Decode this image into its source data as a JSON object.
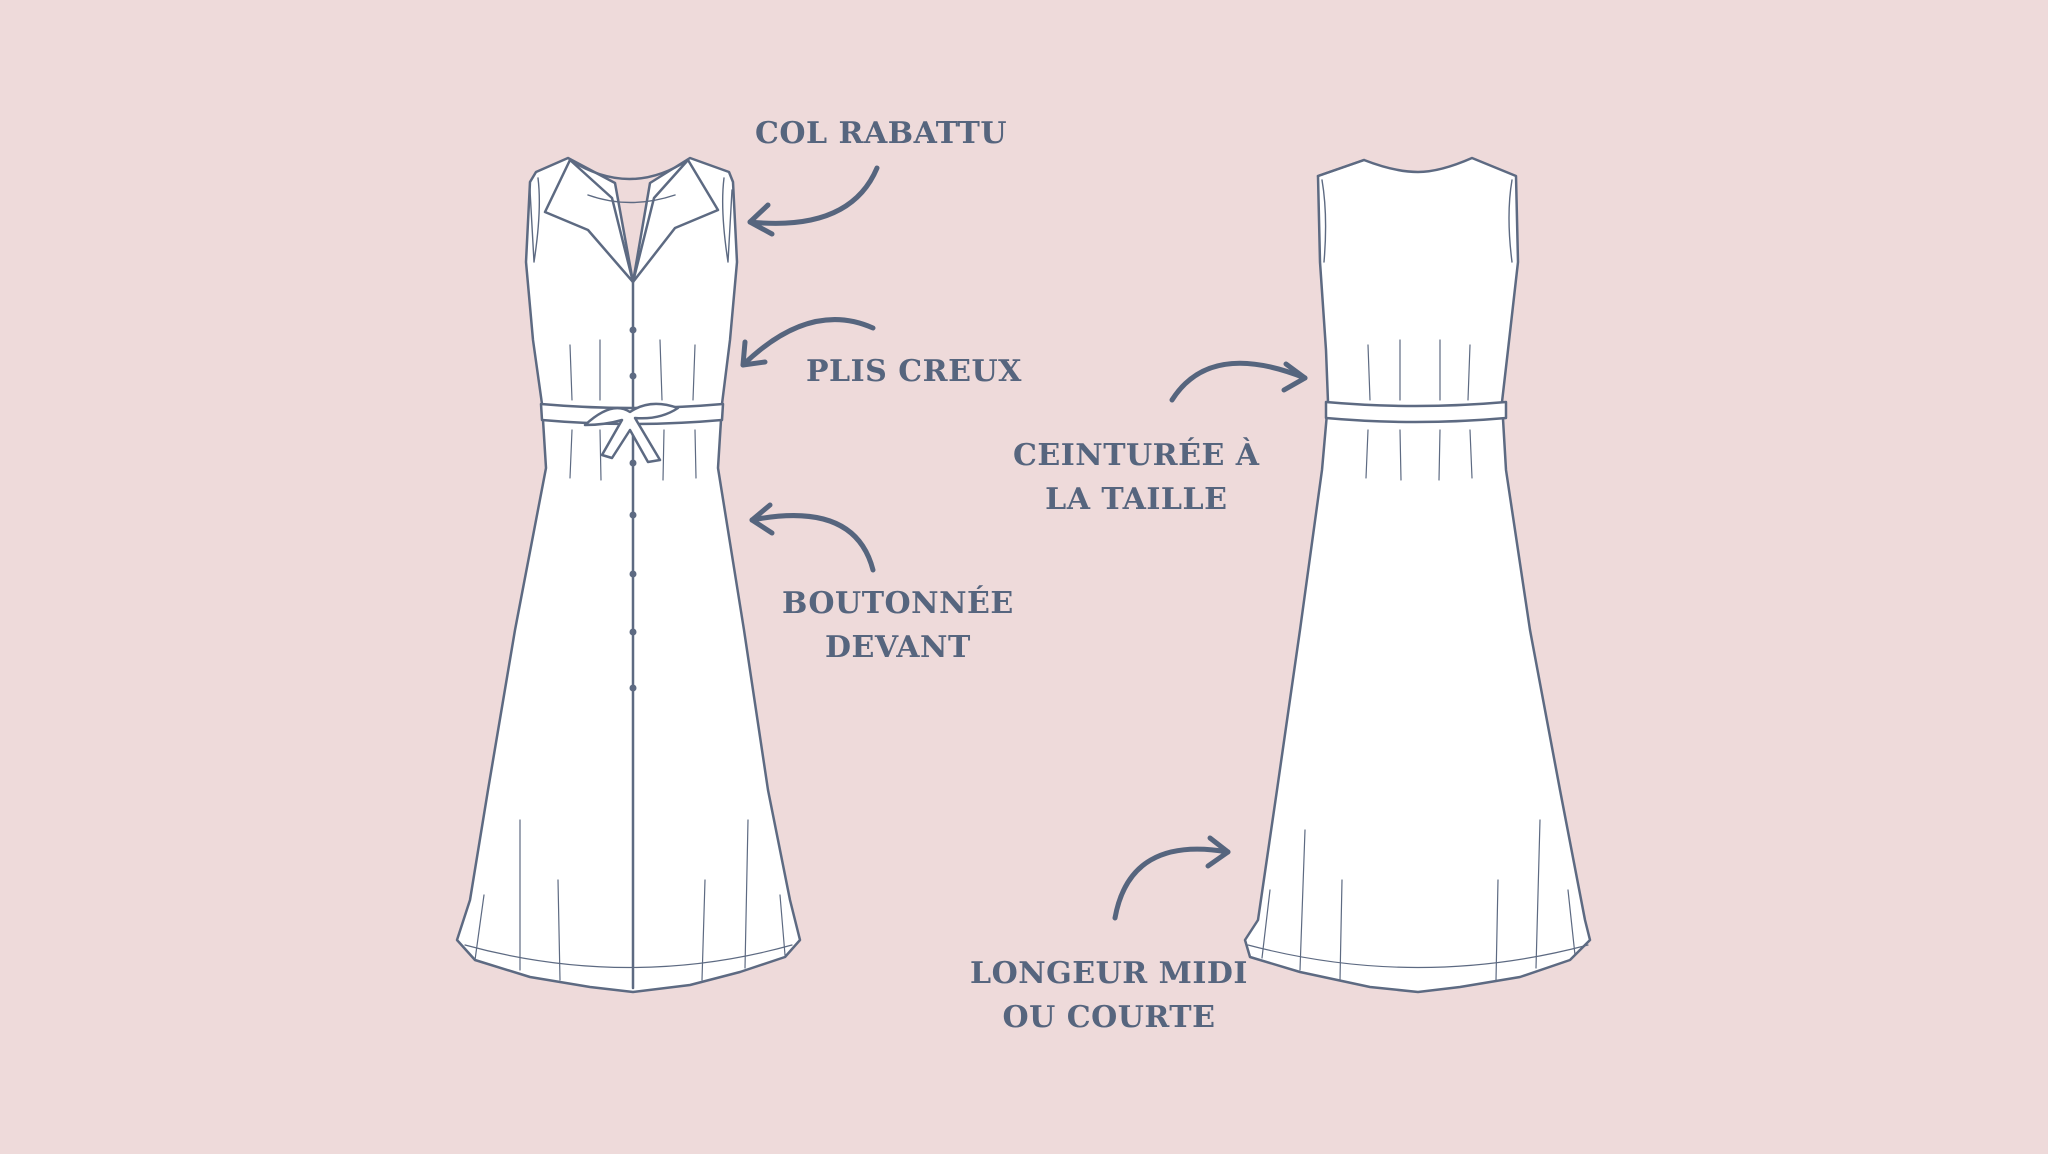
{
  "colors": {
    "background": "#eedada",
    "outline": "#5d6a82",
    "text": "#56657e",
    "fill": "#ffffff"
  },
  "front_view": {
    "annotations": {
      "collar": [
        "COL RABATTU"
      ],
      "pleats": [
        "PLIS CREUX"
      ],
      "buttons": [
        "BOUTONNÉE",
        "DEVANT"
      ]
    }
  },
  "back_view": {
    "annotations": {
      "belt": [
        "CEINTURÉE À",
        "LA TAILLE"
      ],
      "length": [
        "LONGEUR MIDI",
        "OU COURTE"
      ]
    }
  }
}
